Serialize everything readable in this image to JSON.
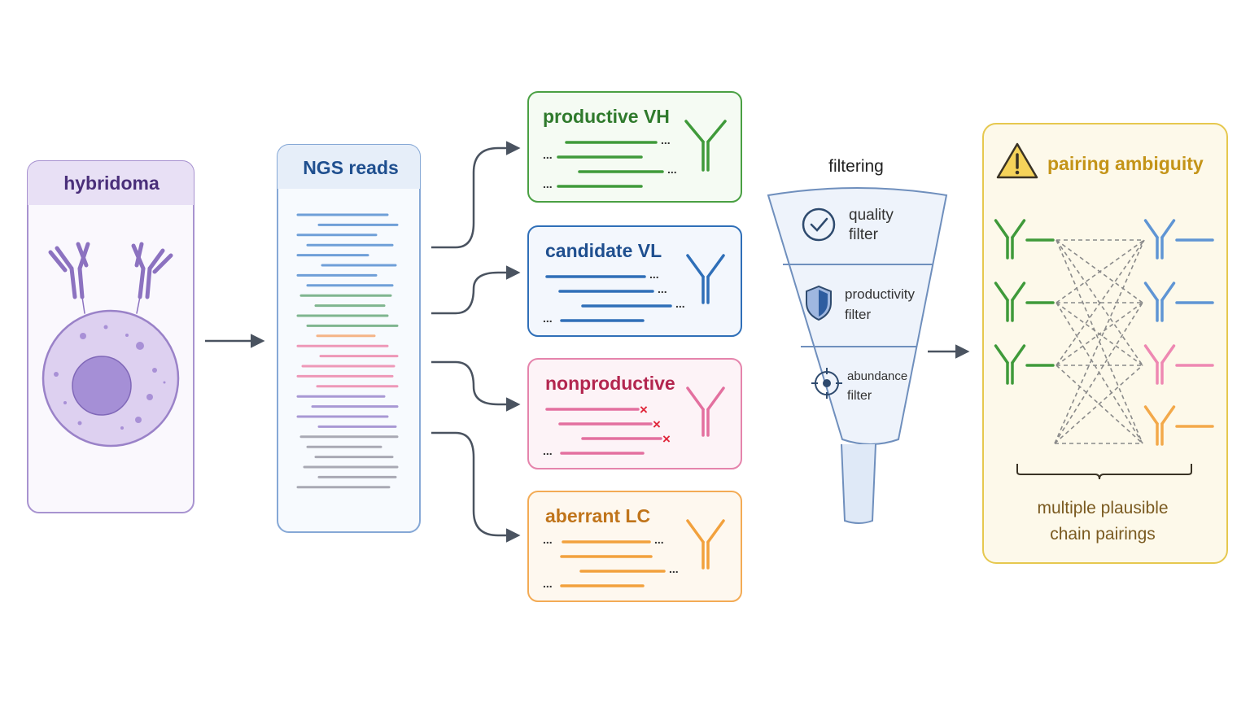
{
  "hybridoma": {
    "title": "hybridoma"
  },
  "ngs": {
    "title": "NGS reads"
  },
  "categories": [
    {
      "key": "vh",
      "label": "productive VH",
      "color": "#3f9a3a",
      "text_color": "#2f7a2c"
    },
    {
      "key": "vl",
      "label": "candidate VL",
      "color": "#2f6fb8",
      "text_color": "#1f4f8f"
    },
    {
      "key": "np",
      "label": "nonproductive",
      "color": "#e3709f",
      "text_color": "#b3264f"
    },
    {
      "key": "ab",
      "label": "aberrant LC",
      "color": "#f2a13d",
      "text_color": "#c0741a"
    }
  ],
  "ellipsis": "...",
  "cross_mark": "×",
  "filtering": {
    "title": "filtering",
    "stages": [
      {
        "line1": "quality",
        "line2": "filter",
        "icon": "check-circle-icon"
      },
      {
        "line1": "productivity",
        "line2": "filter",
        "icon": "shield-icon"
      },
      {
        "line1": "abundance",
        "line2": "filter",
        "icon": "crosshair-icon"
      }
    ]
  },
  "pairing": {
    "title": "pairing ambiguity",
    "warning_icon": "warning-icon",
    "caption_line1": "multiple plausible",
    "caption_line2": "chain pairings"
  },
  "colors": {
    "purple": "#8c72c0",
    "purple_text": "#4a2f7a",
    "ngs_blue": "#6f9fd8",
    "arrow": "#4a5360",
    "funnel_fill": "#e8eff9",
    "funnel_stroke": "#6f8fbd",
    "pair_border": "#e6c84f",
    "pair_fill": "#fdf9ea"
  }
}
